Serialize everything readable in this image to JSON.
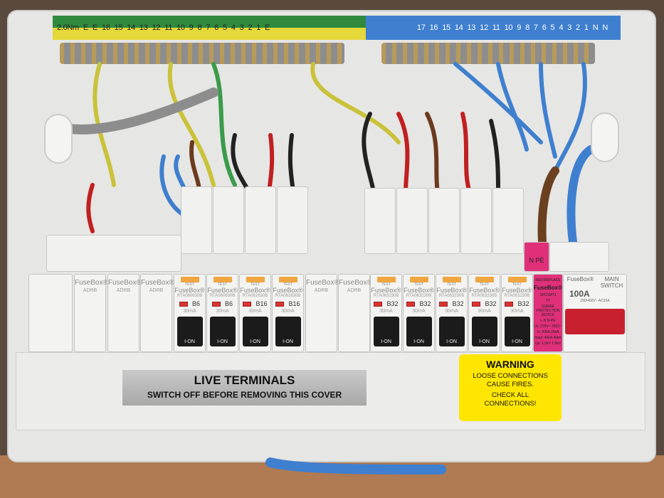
{
  "earth_strip": {
    "labels": [
      "2.0Nm",
      "E",
      "E",
      "16",
      "15",
      "14",
      "13",
      "12",
      "11",
      "10",
      "9",
      "8",
      "7",
      "6",
      "5",
      "4",
      "3",
      "2",
      "1",
      "E"
    ]
  },
  "neutral_strip": {
    "labels": [
      "17",
      "16",
      "15",
      "14",
      "13",
      "12",
      "11",
      "10",
      "9",
      "8",
      "7",
      "6",
      "5",
      "4",
      "3",
      "2",
      "1",
      "N",
      "N"
    ]
  },
  "devices": [
    {
      "type": "blank"
    },
    {
      "type": "adrb",
      "brand": "FuseBox®",
      "model": "ADRB"
    },
    {
      "type": "adrb",
      "brand": "FuseBox®",
      "model": "ADRB"
    },
    {
      "type": "adrb",
      "brand": "FuseBox®",
      "model": "ADRB"
    },
    {
      "type": "rcbo",
      "test": "TEST",
      "brand": "FuseBox®",
      "model": "RTA060630B",
      "rating": "B6",
      "trip": "30mA",
      "state": "I-ON"
    },
    {
      "type": "rcbo",
      "test": "TEST",
      "brand": "FuseBox®",
      "model": "RTA060630B",
      "rating": "B6",
      "trip": "30mA",
      "state": "I-ON"
    },
    {
      "type": "rcbo",
      "test": "TEST",
      "brand": "FuseBox®",
      "model": "RTA061630B",
      "rating": "B16",
      "trip": "30mA",
      "state": "I-ON"
    },
    {
      "type": "rcbo",
      "test": "TEST",
      "brand": "FuseBox®",
      "model": "RTA061630B",
      "rating": "B16",
      "trip": "30mA",
      "state": "I-ON"
    },
    {
      "type": "adrb",
      "brand": "FuseBox®",
      "model": "ADRB"
    },
    {
      "type": "adrb",
      "brand": "FuseBox®",
      "model": "ADRB"
    },
    {
      "type": "rcbo",
      "test": "TEST",
      "brand": "FuseBox®",
      "model": "RTA063230B",
      "rating": "B32",
      "trip": "30mA",
      "state": "I-ON"
    },
    {
      "type": "rcbo",
      "test": "TEST",
      "brand": "FuseBox®",
      "model": "RTA063230B",
      "rating": "B32",
      "trip": "30mA",
      "state": "I-ON"
    },
    {
      "type": "rcbo",
      "test": "TEST",
      "brand": "FuseBox®",
      "model": "RTA063230B",
      "rating": "B32",
      "trip": "30mA",
      "state": "I-ON"
    },
    {
      "type": "rcbo",
      "test": "TEST",
      "brand": "FuseBox®",
      "model": "RTA063230B",
      "rating": "B32",
      "trip": "30mA",
      "state": "I-ON"
    },
    {
      "type": "rcbo",
      "test": "TEST",
      "brand": "FuseBox®",
      "model": "RTA063230B",
      "rating": "B32",
      "trip": "30mA",
      "state": "I-ON"
    }
  ],
  "spd": {
    "top": "RED:REPLACE",
    "brand": "FuseBox®",
    "model": "SPD1MT2",
    "type": "T2",
    "desc": "SURGE PROTECTION DEVICE",
    "cols": "L-N  N-PE",
    "uc": "Uc: 275V~ 255V~",
    "in": "In: 20kA 20kA",
    "imax": "Imax: 40kA 40kA",
    "up": "Up: 1.5kV 1.5kV"
  },
  "main_switch": {
    "brand": "FuseBox®",
    "rating": "100A",
    "label1": "MAIN",
    "label2": "SWITCH",
    "spec": "230/400V~ AC22A"
  },
  "spd_terminal_label": "N  PE",
  "live_label": {
    "title": "LIVE TERMINALS",
    "subtitle": "SWITCH OFF BEFORE REMOVING THIS COVER"
  },
  "warning": {
    "title": "WARNING",
    "line1": "LOOSE CONNECTIONS",
    "line2": "CAUSE FIRES.",
    "line3": "CHECK ALL",
    "line4": "CONNECTIONS!"
  },
  "colors": {
    "earth_green": "#2f8a3e",
    "earth_yellow": "#e4d83a",
    "neutral_blue": "#3f7fcf",
    "spd_pink": "#e0307a",
    "main_red": "#c8202e",
    "warning_yellow": "#ffe600"
  }
}
